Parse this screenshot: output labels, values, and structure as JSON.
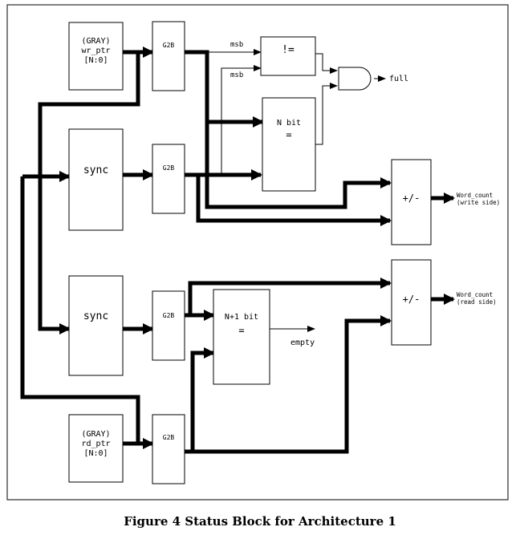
{
  "caption": "Figure 4 Status Block for Architecture 1",
  "blocks": {
    "wr_ptr": [
      "(GRAY)",
      "wr_ptr",
      "[N:0]"
    ],
    "rd_ptr": [
      "(GRAY)",
      "rd_ptr",
      "[N:0]"
    ],
    "sync_top": "sync",
    "sync_bottom": "sync",
    "g2b_1": "G2B",
    "g2b_2": "G2B",
    "g2b_3": "G2B",
    "g2b_4": "G2B",
    "neq": "!=",
    "nbit_compare": [
      "N bit",
      "="
    ],
    "n1bit_compare": [
      "N+1 bit",
      "="
    ],
    "adder_write": "+/-",
    "adder_read": "+/-"
  },
  "signals": {
    "msb_top": "msb",
    "msb_bottom": "msb",
    "full": "full",
    "empty": "empty",
    "word_count_write": [
      "Word_count",
      "(write side)"
    ],
    "word_count_read": [
      "Word_count",
      "(read side)"
    ]
  }
}
